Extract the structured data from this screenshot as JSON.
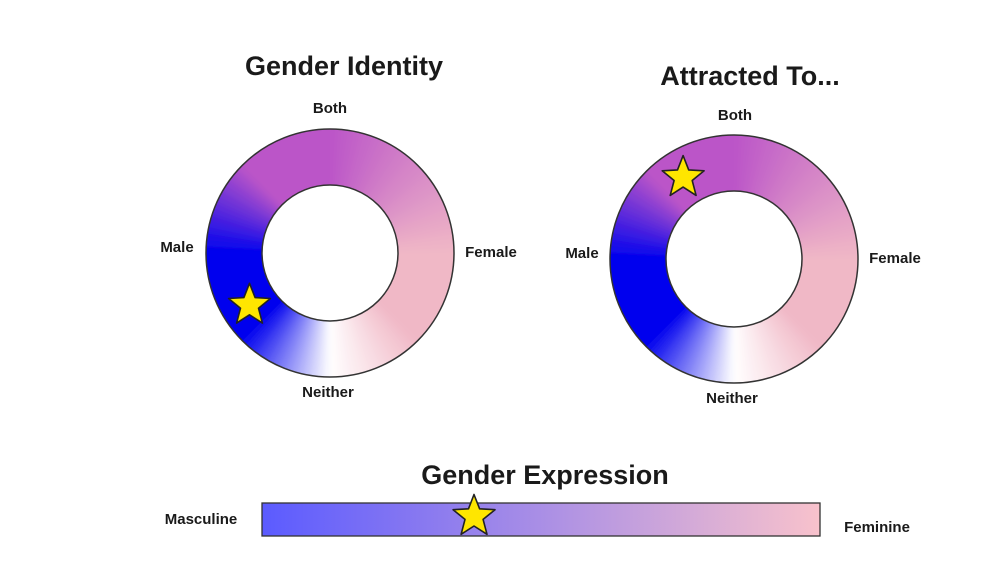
{
  "gender_identity": {
    "title": "Gender Identity",
    "labels": {
      "top": "Both",
      "left": "Male",
      "right": "Female",
      "bottom": "Neither"
    },
    "marker": {
      "angle_deg": 213
    }
  },
  "attracted_to": {
    "title": "Attracted To...",
    "labels": {
      "top": "Both",
      "left": "Male",
      "right": "Female",
      "bottom": "Neither"
    },
    "marker": {
      "angle_deg": 122
    }
  },
  "gender_expression": {
    "title": "Gender Expression",
    "left_label": "Masculine",
    "right_label": "Feminine",
    "marker": {
      "position_fraction": 0.38
    }
  },
  "colors": {
    "male": "#0000ee",
    "both": "#bb55c8",
    "female": "#f0b8c6",
    "neither": "#ffffff",
    "bar_left": "#5b5bff",
    "bar_right": "#f8c2cc",
    "star_fill": "#ffe600",
    "star_stroke": "#222222",
    "ring_stroke": "#333333"
  }
}
